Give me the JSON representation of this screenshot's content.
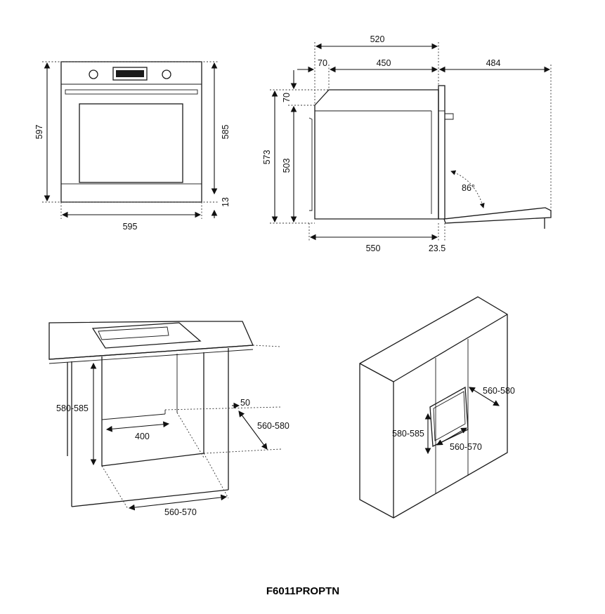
{
  "front": {
    "w": "595",
    "h_total": "597",
    "h_right": "585",
    "plinth": "13"
  },
  "side": {
    "depth_top": "520",
    "offset": "70",
    "inner": "450",
    "door_open": "484",
    "h_total": "573",
    "h_top": "70",
    "h_inner": "503",
    "angle": "86°",
    "depth_bottom": "550",
    "door": "23.5"
  },
  "under_counter": {
    "height": "580-585",
    "gap": "50",
    "depth": "560-580",
    "vent": "400",
    "width": "560-570"
  },
  "column": {
    "depth": "560-580",
    "height": "580-585",
    "width": "560-570"
  },
  "model": "F6011PROPTN"
}
